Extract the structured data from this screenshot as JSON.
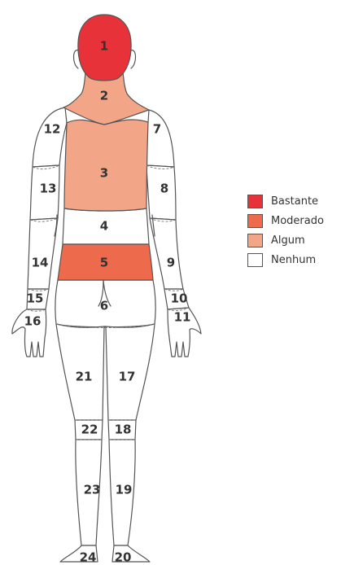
{
  "levels": {
    "bastante": {
      "label": "Bastante",
      "color": "#e8323a"
    },
    "moderado": {
      "label": "Moderado",
      "color": "#ee6a4c"
    },
    "algum": {
      "label": "Algum",
      "color": "#f2a587"
    },
    "nenhum": {
      "label": "Nenhum",
      "color": "#ffffff"
    }
  },
  "legend_order": [
    "bastante",
    "moderado",
    "algum",
    "nenhum"
  ],
  "regions": [
    {
      "id": "1",
      "level": "bastante"
    },
    {
      "id": "2",
      "level": "algum"
    },
    {
      "id": "3",
      "level": "algum"
    },
    {
      "id": "4",
      "level": "nenhum"
    },
    {
      "id": "5",
      "level": "moderado"
    },
    {
      "id": "6",
      "level": "nenhum"
    },
    {
      "id": "7",
      "level": "nenhum"
    },
    {
      "id": "8",
      "level": "nenhum"
    },
    {
      "id": "9",
      "level": "nenhum"
    },
    {
      "id": "10",
      "level": "nenhum"
    },
    {
      "id": "11",
      "level": "nenhum"
    },
    {
      "id": "12",
      "level": "nenhum"
    },
    {
      "id": "13",
      "level": "nenhum"
    },
    {
      "id": "14",
      "level": "nenhum"
    },
    {
      "id": "15",
      "level": "nenhum"
    },
    {
      "id": "16",
      "level": "nenhum"
    },
    {
      "id": "17",
      "level": "nenhum"
    },
    {
      "id": "18",
      "level": "nenhum"
    },
    {
      "id": "19",
      "level": "nenhum"
    },
    {
      "id": "20",
      "level": "nenhum"
    },
    {
      "id": "21",
      "level": "nenhum"
    },
    {
      "id": "22",
      "level": "nenhum"
    },
    {
      "id": "23",
      "level": "nenhum"
    },
    {
      "id": "24",
      "level": "nenhum"
    }
  ]
}
